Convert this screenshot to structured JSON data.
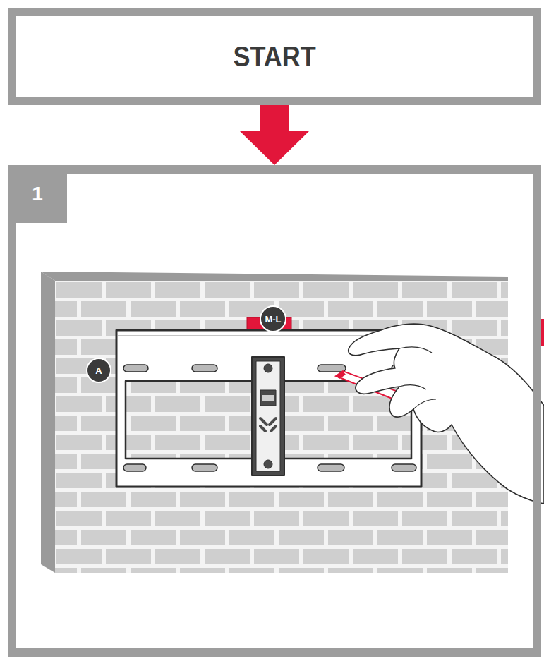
{
  "diagram": {
    "nodes": [
      {
        "text": [
          "START"
        ]
      },
      {
        "text": [
          "1"
        ]
      }
    ],
    "edges": [
      {
        "from": 0,
        "to": 1,
        "arrow": "to"
      }
    ],
    "labels": [
      "M-L",
      "A"
    ]
  }
}
